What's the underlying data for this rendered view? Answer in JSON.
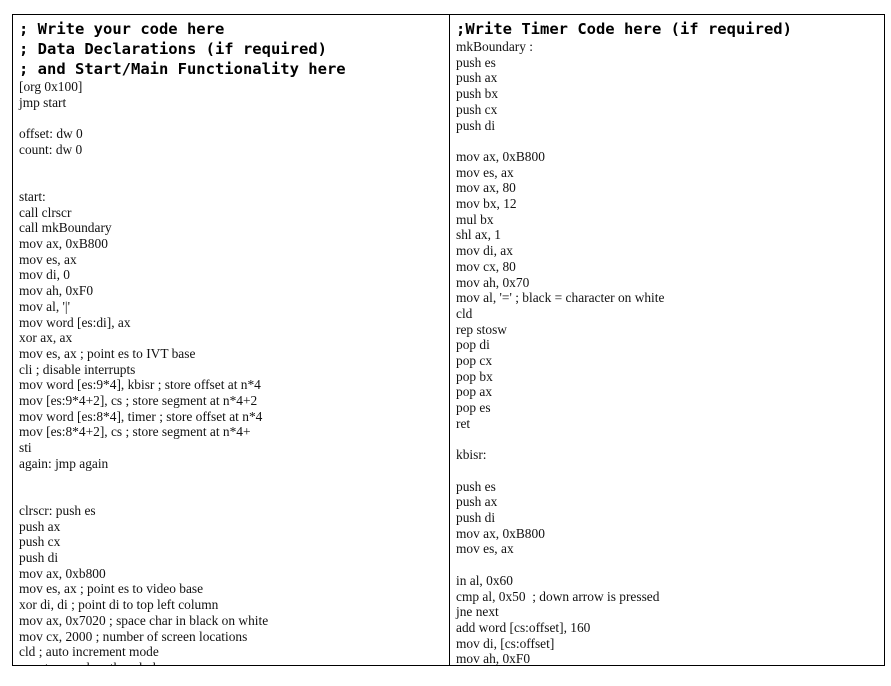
{
  "left": {
    "header": [
      "; Write your code here",
      "; Data Declarations (if required)",
      "; and Start/Main Functionality here"
    ],
    "lines": [
      "[org 0x100]",
      "jmp start",
      "",
      "offset: dw 0",
      "count: dw 0",
      "",
      "",
      "start:",
      "call clrscr",
      "call mkBoundary",
      "mov ax, 0xB800",
      "mov es, ax",
      "mov di, 0",
      "mov ah, 0xF0",
      "mov al, '|'",
      "mov word [es:di], ax",
      "xor ax, ax",
      "mov es, ax ; point es to IVT base",
      "cli ; disable interrupts",
      "mov word [es:9*4], kbisr ; store offset at n*4",
      "mov [es:9*4+2], cs ; store segment at n*4+2",
      "mov word [es:8*4], timer ; store offset at n*4",
      "mov [es:8*4+2], cs ; store segment at n*4+",
      "sti",
      "again: jmp again",
      "",
      "",
      "clrscr: push es",
      "push ax",
      "push cx",
      "push di",
      "mov ax, 0xb800",
      "mov es, ax ; point es to video base",
      "xor di, di ; point di to top left column",
      "mov ax, 0x7020 ; space char in black on white",
      "mov cx, 2000 ; number of screen locations",
      "cld ; auto increment mode",
      "rep stosw ; clear the whole screen"
    ]
  },
  "right": {
    "header": [
      ";Write Timer Code here (if required)"
    ],
    "lines": [
      "mkBoundary :",
      "push es",
      "push ax",
      "push bx",
      "push cx",
      "push di",
      "",
      "mov ax, 0xB800",
      "mov es, ax",
      "mov ax, 80",
      "mov bx, 12",
      "mul bx",
      "shl ax, 1",
      "mov di, ax",
      "mov cx, 80",
      "mov ah, 0x70",
      "mov al, '=' ; black = character on white",
      "cld",
      "rep stosw",
      "pop di",
      "pop cx",
      "pop bx",
      "pop ax",
      "pop es",
      "ret",
      "",
      "kbisr:",
      "",
      "push es",
      "push ax",
      "push di",
      "mov ax, 0xB800",
      "mov es, ax",
      "",
      "in al, 0x60",
      "cmp al, 0x50  ; down arrow is pressed",
      "jne next",
      "add word [cs:offset], 160",
      "mov di, [cs:offset]",
      "mov ah, 0xF0"
    ]
  }
}
